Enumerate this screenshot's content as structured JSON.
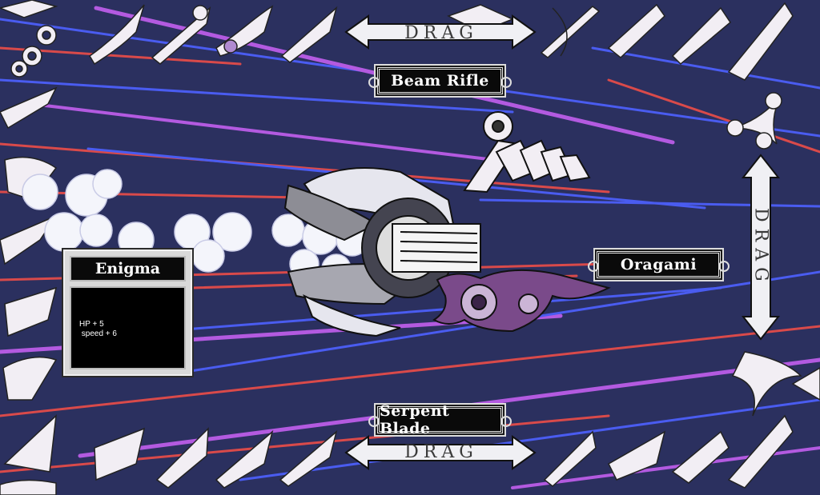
{
  "slots": {
    "top_weapon": "Beam Rifle",
    "bottom_weapon": "Serpent Blade",
    "right_weapon": "Oragami",
    "left_weapon": "Enigma"
  },
  "drag": {
    "top": "DRAG",
    "bottom": "DRAG",
    "right": "DRAG"
  },
  "stats": {
    "line1": "HP + 5",
    "line2": " speed + 6"
  },
  "colors": {
    "background": "#2b305f",
    "streak_red": "#d94a4a",
    "streak_blue": "#4a5cf0",
    "streak_purple": "#b35ae0",
    "panel_black": "#0a0a0a",
    "sketch_white": "#f2eef4"
  }
}
